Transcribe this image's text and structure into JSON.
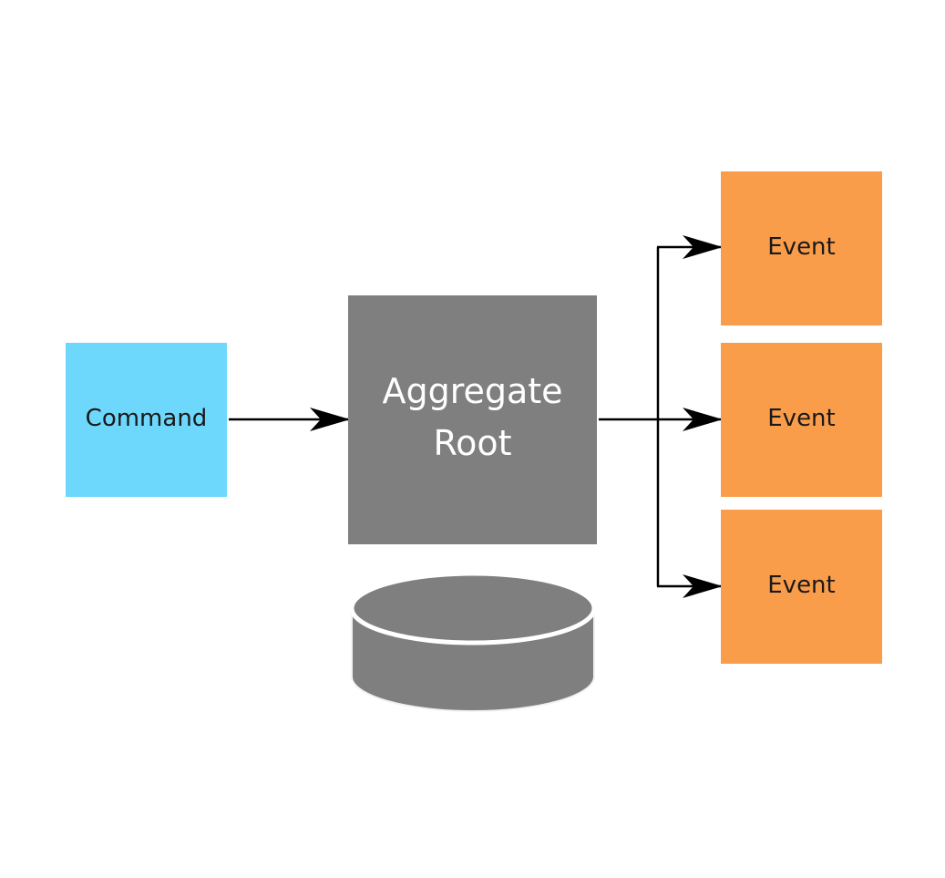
{
  "diagram": {
    "command": {
      "label": "Command",
      "fill": "#6dd8fb",
      "text_color": "#1a1a1a"
    },
    "aggregate": {
      "line1": "Aggregate",
      "line2": "Root",
      "fill": "#7f7f7f",
      "text_color": "#ffffff"
    },
    "store": {
      "icon": "database-cylinder-icon",
      "fill": "#7f7f7f",
      "outline": "#ffffff"
    },
    "events": [
      {
        "label": "Event"
      },
      {
        "label": "Event"
      },
      {
        "label": "Event"
      }
    ],
    "event_style": {
      "fill": "#fa9d4a",
      "text_color": "#1a1a1a"
    },
    "connector_color": "#000000"
  }
}
